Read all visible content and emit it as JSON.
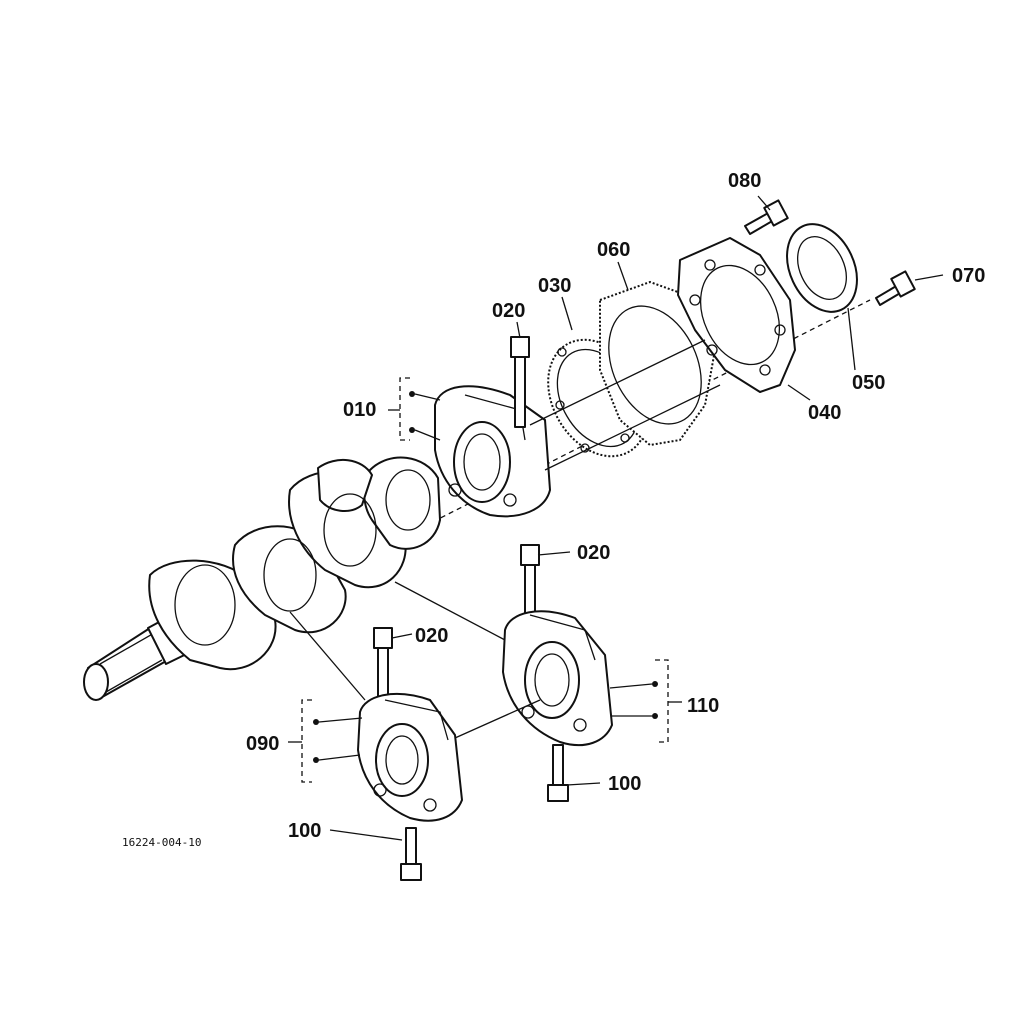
{
  "diagram": {
    "drawing_code": "16224-004-10",
    "parts": [
      {
        "id": "010",
        "label": "010"
      },
      {
        "id": "020",
        "label": "020"
      },
      {
        "id": "030",
        "label": "030"
      },
      {
        "id": "040",
        "label": "040"
      },
      {
        "id": "050",
        "label": "050"
      },
      {
        "id": "060",
        "label": "060"
      },
      {
        "id": "070",
        "label": "070"
      },
      {
        "id": "080",
        "label": "080"
      },
      {
        "id": "090",
        "label": "090"
      },
      {
        "id": "100",
        "label": "100"
      },
      {
        "id": "110",
        "label": "110"
      }
    ]
  }
}
